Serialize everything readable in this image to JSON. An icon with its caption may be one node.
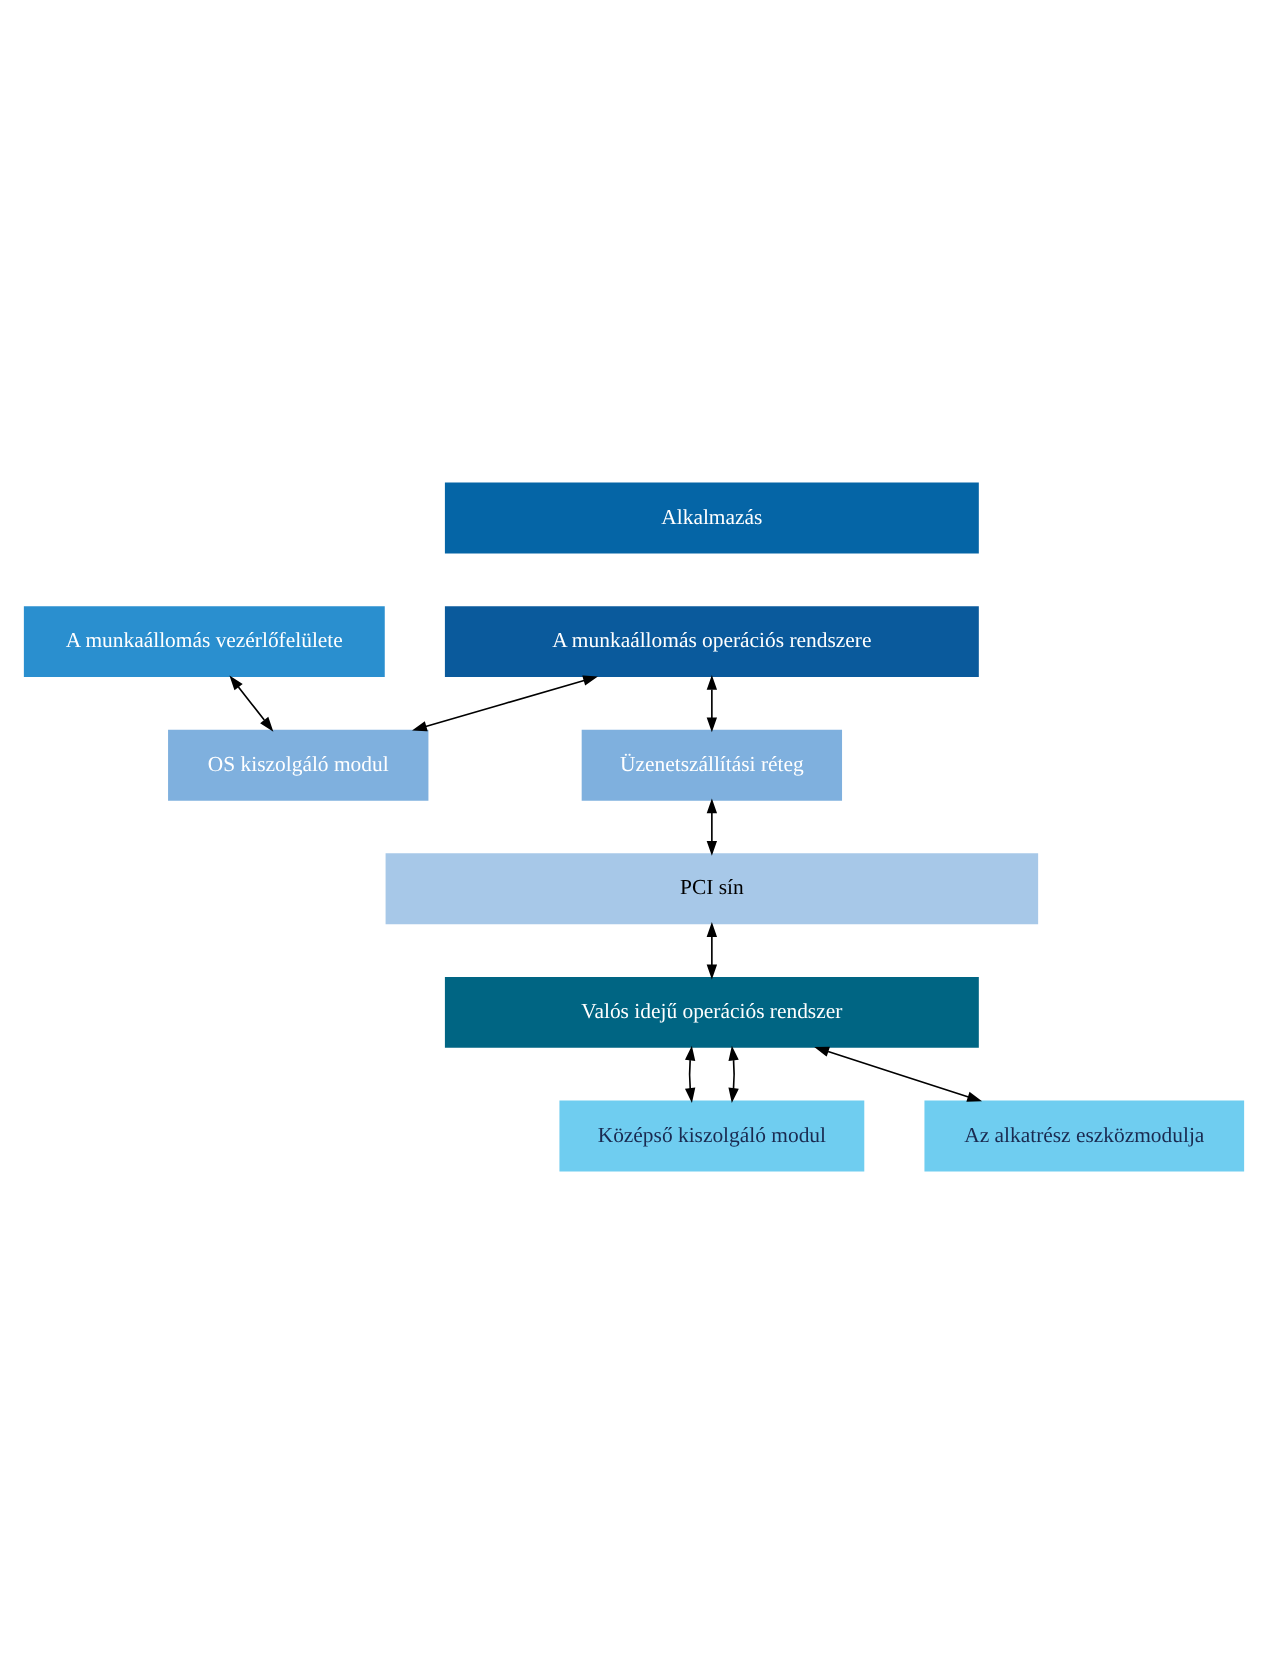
{
  "diagram": {
    "nodes": [
      {
        "text": [
          "Alkalmazás"
        ]
      },
      {
        "text": [
          "A munkaállomás operációs rendszere"
        ]
      },
      {
        "text": [
          "A munkaállomás vezérlőfelülete"
        ]
      },
      {
        "text": [
          "OS kiszolgáló modul"
        ]
      },
      {
        "text": [
          "Üzenetszállítási réteg"
        ]
      },
      {
        "text": [
          "PCI sín"
        ]
      },
      {
        "text": [
          "Valós idejű operációs rendszer"
        ]
      },
      {
        "text": [
          "Középső kiszolgáló modul"
        ]
      },
      {
        "text": [
          "Az alkatrész eszközmodulja"
        ]
      }
    ],
    "edges": [
      {
        "from": 2,
        "to": 3,
        "arrow": "both"
      },
      {
        "from": 1,
        "to": 3,
        "arrow": "both"
      },
      {
        "from": 1,
        "to": 4,
        "arrow": "both"
      },
      {
        "from": 4,
        "to": 5,
        "arrow": "both"
      },
      {
        "from": 5,
        "to": 6,
        "arrow": "both"
      },
      {
        "from": 6,
        "to": 7,
        "arrow": "both"
      },
      {
        "from": 6,
        "to": 7,
        "arrow": "both"
      },
      {
        "from": 6,
        "to": 8,
        "arrow": "both"
      }
    ]
  }
}
